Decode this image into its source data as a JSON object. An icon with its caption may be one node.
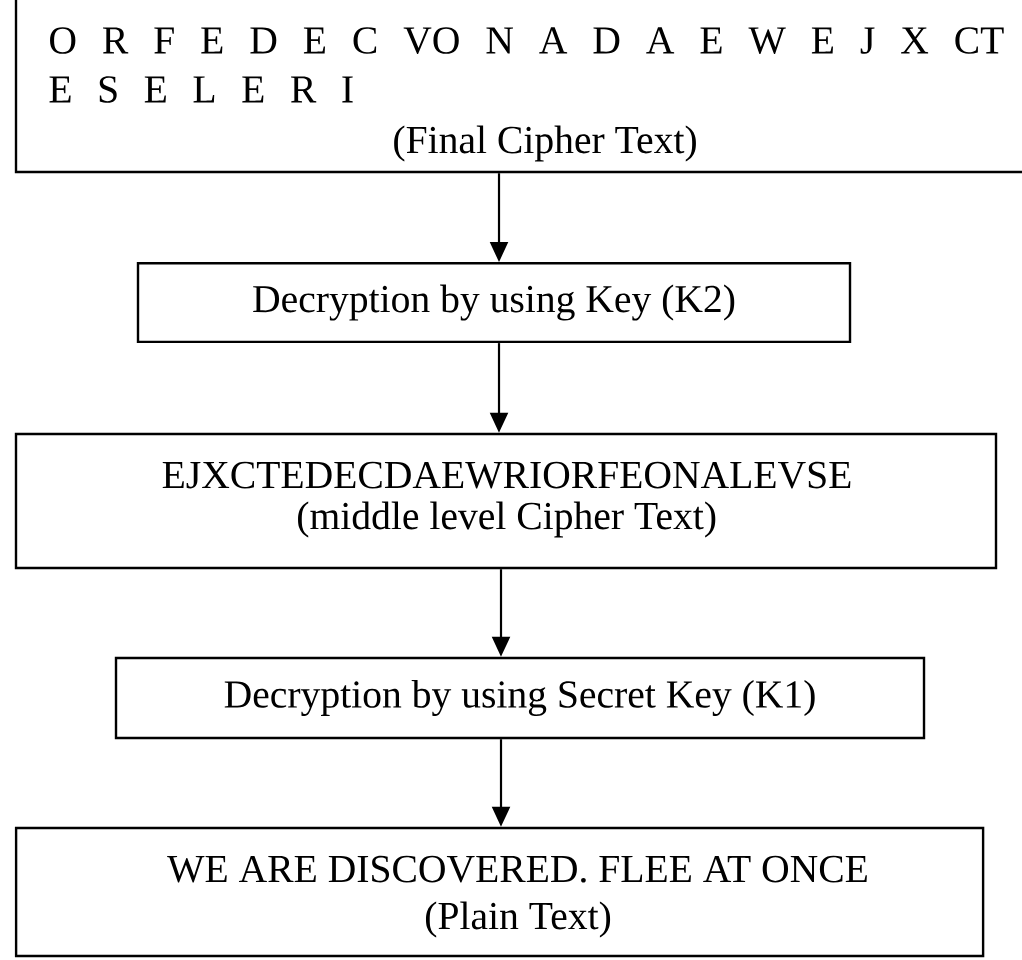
{
  "diagram": {
    "nodes": [
      {
        "text": [
          "O R F E D E C VO N A D A E W E J X CT E S E L E R I",
          "(Final Cipher Text)"
        ]
      },
      {
        "text": [
          "Decryption by using Key (K2)"
        ]
      },
      {
        "text": [
          "EJXCTEDECDAEWRIORFEONALEVSE",
          "(middle level Cipher Text)"
        ]
      },
      {
        "text": [
          "Decryption by using Secret Key (K1)"
        ]
      },
      {
        "text": [
          "WE ARE DISCOVERED. FLEE AT ONCE",
          "(Plain Text)"
        ]
      }
    ],
    "edges": [
      {
        "from": 0,
        "to": 1,
        "arrow": "to"
      },
      {
        "from": 1,
        "to": 2,
        "arrow": "to"
      },
      {
        "from": 2,
        "to": 3,
        "arrow": "to"
      },
      {
        "from": 3,
        "to": 4,
        "arrow": "to"
      }
    ]
  }
}
